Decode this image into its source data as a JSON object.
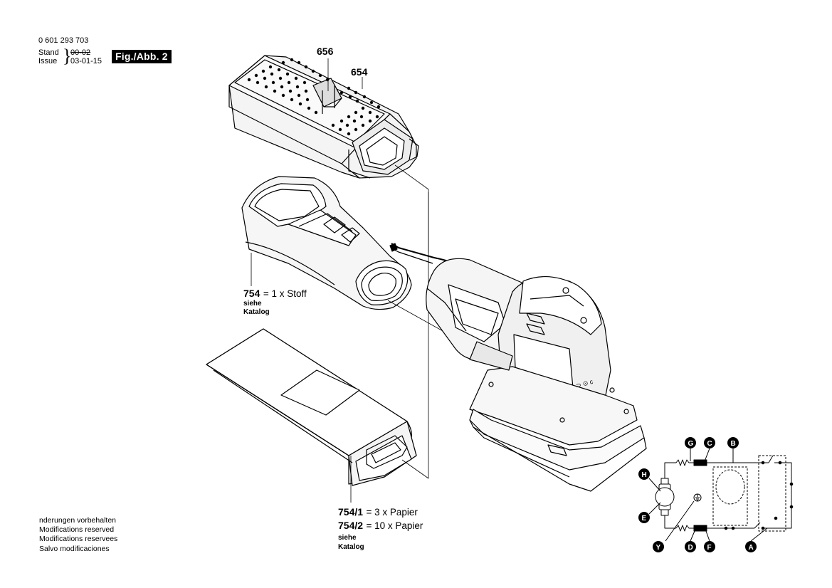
{
  "header": {
    "part_number": "0 601 293 703",
    "stand_label": "Stand",
    "stand_value": "00-02",
    "issue_label": "Issue",
    "issue_value": "03-01-15",
    "figure": "Fig./Abb. 2"
  },
  "callouts": {
    "p656": "656",
    "p654": "654",
    "p754": "754",
    "p754_desc": "= 1 x Stoff",
    "p754_see": "siehe",
    "p754_cat": "Katalog",
    "p7541": "754/1",
    "p7541_desc": "=   3 x Papier",
    "p7542": "754/2",
    "p7542_desc": "= 10 x Papier",
    "p754x_see": "siehe",
    "p754x_cat": "Katalog"
  },
  "notice": [
    "nderungen vorbehalten",
    "Modifications reserved",
    "Modifications reservees",
    "Salvo modificaciones"
  ],
  "wiring": {
    "labels": [
      "G",
      "C",
      "B",
      "H",
      "E",
      "Y",
      "D",
      "F",
      "A"
    ]
  },
  "device": {
    "housing_marks": "⊃ ⊙ c"
  }
}
